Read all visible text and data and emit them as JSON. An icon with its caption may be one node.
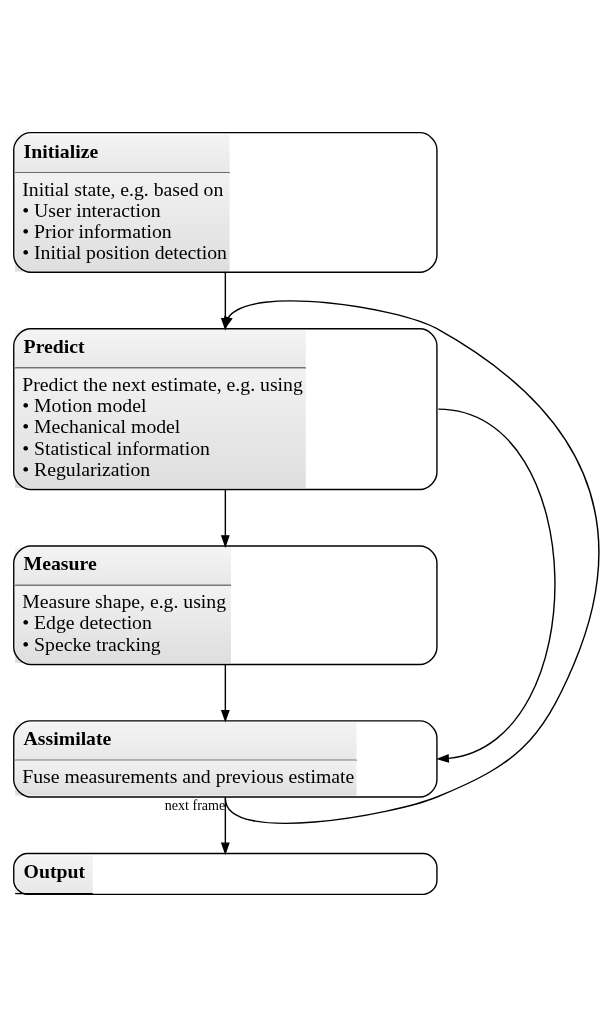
{
  "diagram": {
    "nodes": [
      {
        "text": [
          "Initialize",
          "Initial state, e.g. based on",
          "• User interaction",
          "• Prior information",
          "• Initial position detection"
        ]
      },
      {
        "text": [
          "Predict",
          "Predict the next estimate, e.g. using",
          "• Motion model",
          "• Mechanical model",
          "• Statistical information",
          "• Regularization"
        ]
      },
      {
        "text": [
          "Measure",
          "Measure shape, e.g. using",
          "• Edge detection",
          "• Specke tracking"
        ]
      },
      {
        "text": [
          "Assimilate",
          "Fuse measurements and previous estimate"
        ]
      },
      {
        "text": [
          "Output"
        ]
      }
    ],
    "edges": [
      {
        "from": 0,
        "to": 1,
        "arrow": "to"
      },
      {
        "from": 3,
        "to": 1,
        "arrow": "to",
        "label": "next frame"
      },
      {
        "from": 1,
        "to": 2,
        "arrow": "to"
      },
      {
        "from": 2,
        "to": 3,
        "arrow": "to"
      },
      {
        "from": 1,
        "to": 3,
        "arrow": "to"
      },
      {
        "from": 3,
        "to": 4,
        "arrow": "to"
      }
    ]
  }
}
